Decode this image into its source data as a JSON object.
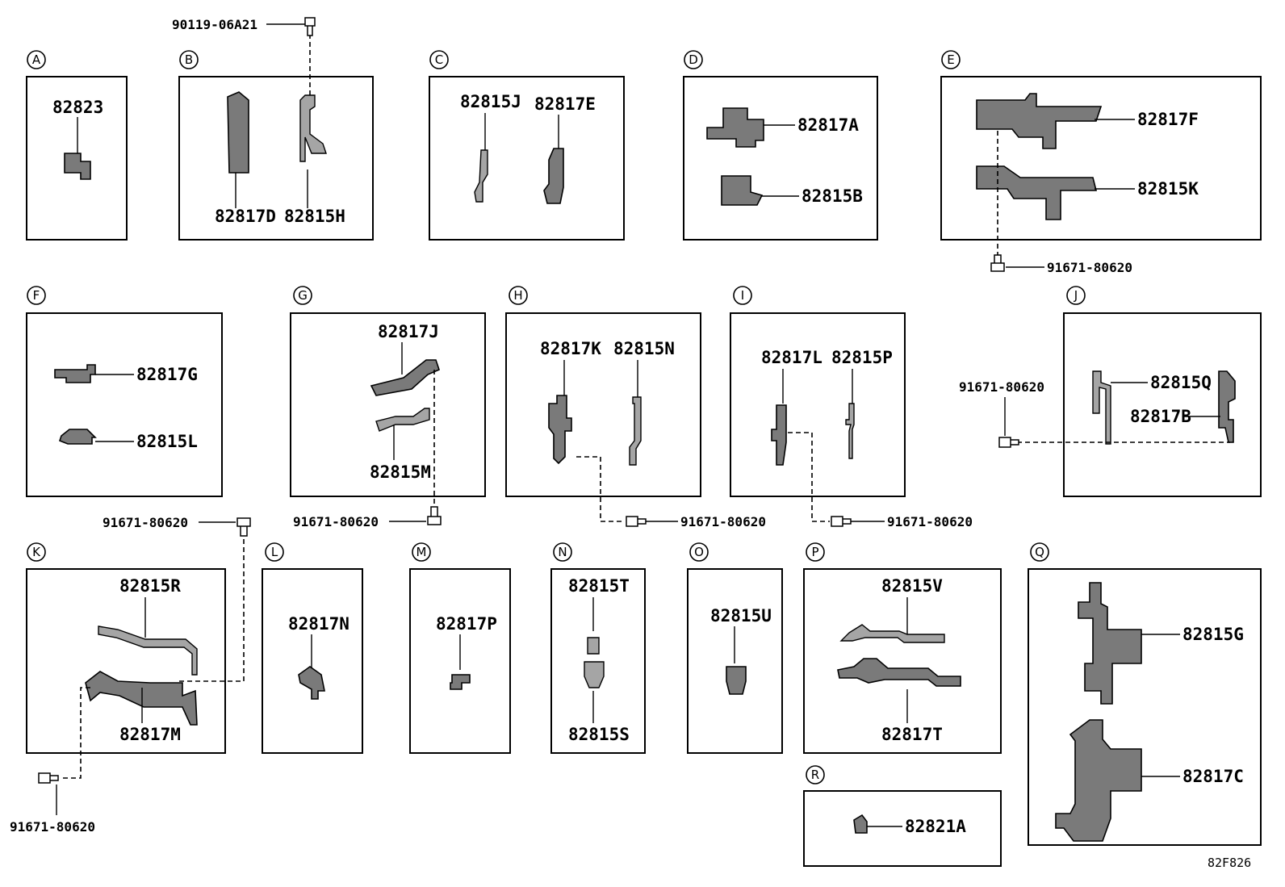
{
  "panels": {
    "A": {
      "letter": "A",
      "parts": [
        "82823"
      ]
    },
    "B": {
      "letter": "B",
      "parts": [
        "82817D",
        "82815H"
      ],
      "bolt": "90119-06A21"
    },
    "C": {
      "letter": "C",
      "parts": [
        "82815J",
        "82817E"
      ]
    },
    "D": {
      "letter": "D",
      "parts": [
        "82817A",
        "82815B"
      ]
    },
    "E": {
      "letter": "E",
      "parts": [
        "82817F",
        "82815K"
      ],
      "bolt": "91671-80620"
    },
    "F": {
      "letter": "F",
      "parts": [
        "82817G",
        "82815L"
      ]
    },
    "G": {
      "letter": "G",
      "parts": [
        "82817J",
        "82815M"
      ],
      "bolt": "91671-80620"
    },
    "H": {
      "letter": "H",
      "parts": [
        "82817K",
        "82815N"
      ],
      "bolt": "91671-80620"
    },
    "I": {
      "letter": "I",
      "parts": [
        "82817L",
        "82815P"
      ],
      "bolt": "91671-80620"
    },
    "J": {
      "letter": "J",
      "parts": [
        "82815Q",
        "82817B"
      ],
      "bolt": "91671-80620"
    },
    "K": {
      "letter": "K",
      "parts": [
        "82815R",
        "82817M"
      ],
      "bolt_top": "91671-80620",
      "bolt_bottom": "91671-80620"
    },
    "L": {
      "letter": "L",
      "parts": [
        "82817N"
      ]
    },
    "M": {
      "letter": "M",
      "parts": [
        "82817P"
      ]
    },
    "N": {
      "letter": "N",
      "parts": [
        "82815T",
        "82815S"
      ]
    },
    "O": {
      "letter": "O",
      "parts": [
        "82815U"
      ]
    },
    "P": {
      "letter": "P",
      "parts": [
        "82815V",
        "82817T"
      ]
    },
    "Q": {
      "letter": "Q",
      "parts": [
        "82815G",
        "82817C"
      ]
    },
    "R": {
      "letter": "R",
      "parts": [
        "82821A"
      ]
    }
  },
  "footer": {
    "code": "82F826"
  }
}
